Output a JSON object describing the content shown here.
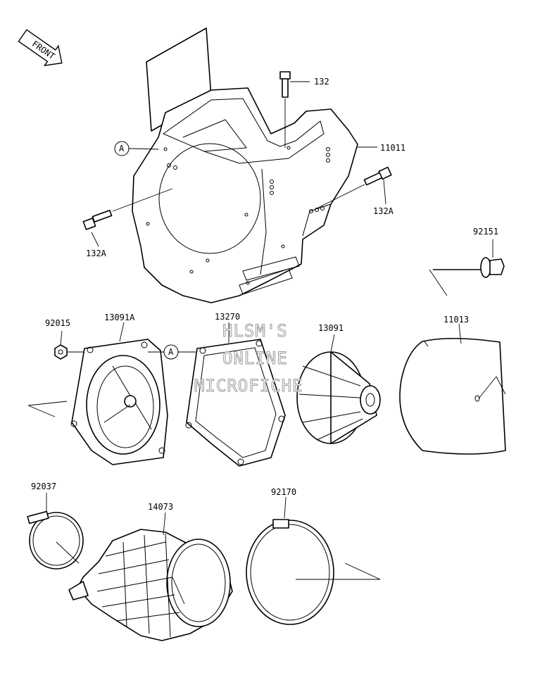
{
  "front_arrow": {
    "label": "FRONT"
  },
  "callouts": {
    "p132": "132",
    "p11011": "11011",
    "p132A_left": "132A",
    "p132A_right": "132A",
    "p92151": "92151",
    "p92015": "92015",
    "p13091A": "13091A",
    "p13270": "13270",
    "p13091": "13091",
    "p11013": "11013",
    "p92037": "92037",
    "p14073": "14073",
    "p92170": "92170"
  },
  "reference_marks": {
    "a_top": "A",
    "a_mid": "A"
  },
  "watermark": {
    "line1": "HLSM'S",
    "line2": "ONLINE",
    "line3": "MICROFICHE"
  }
}
